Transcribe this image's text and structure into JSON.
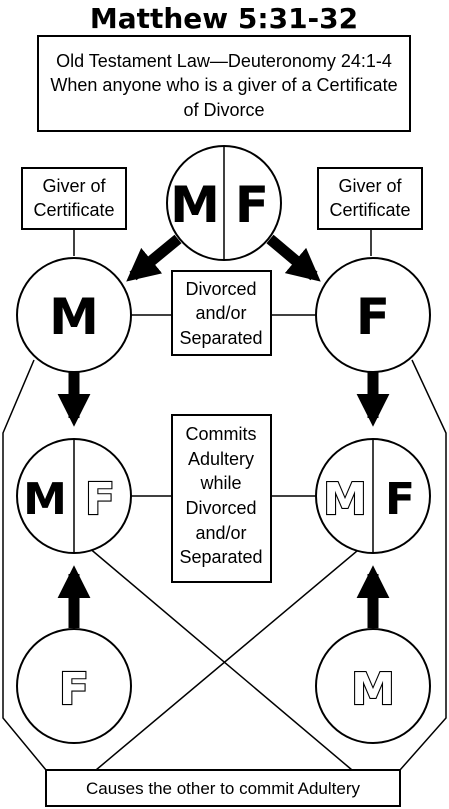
{
  "title": "Matthew 5:31-32",
  "header_box": {
    "line1": "Old Testament Law—Deuteronomy 24:1-4",
    "line2": "When anyone who is a giver of a Certificate",
    "line3": "of Divorce"
  },
  "giver_left": {
    "line1": "Giver of",
    "line2": "Certificate"
  },
  "giver_right": {
    "line1": "Giver of",
    "line2": "Certificate"
  },
  "top_couple": {
    "left": "M",
    "right": "F"
  },
  "separated_left": "M",
  "separated_right": "F",
  "divorced_box": {
    "line1": "Divorced",
    "line2": "and/or",
    "line3": "Separated"
  },
  "adultery_box": {
    "line1": "Commits",
    "line2": "Adultery",
    "line3": "while",
    "line4": "Divorced",
    "line5": "and/or",
    "line6": "Separated"
  },
  "left_couple": {
    "left": "M",
    "right": "F"
  },
  "right_couple": {
    "left": "M",
    "right": "F"
  },
  "bottom_left": "F",
  "bottom_right": "M",
  "footer_box": "Causes the other to commit Adultery",
  "colors": {
    "ink": "#000000",
    "paper": "#ffffff"
  }
}
